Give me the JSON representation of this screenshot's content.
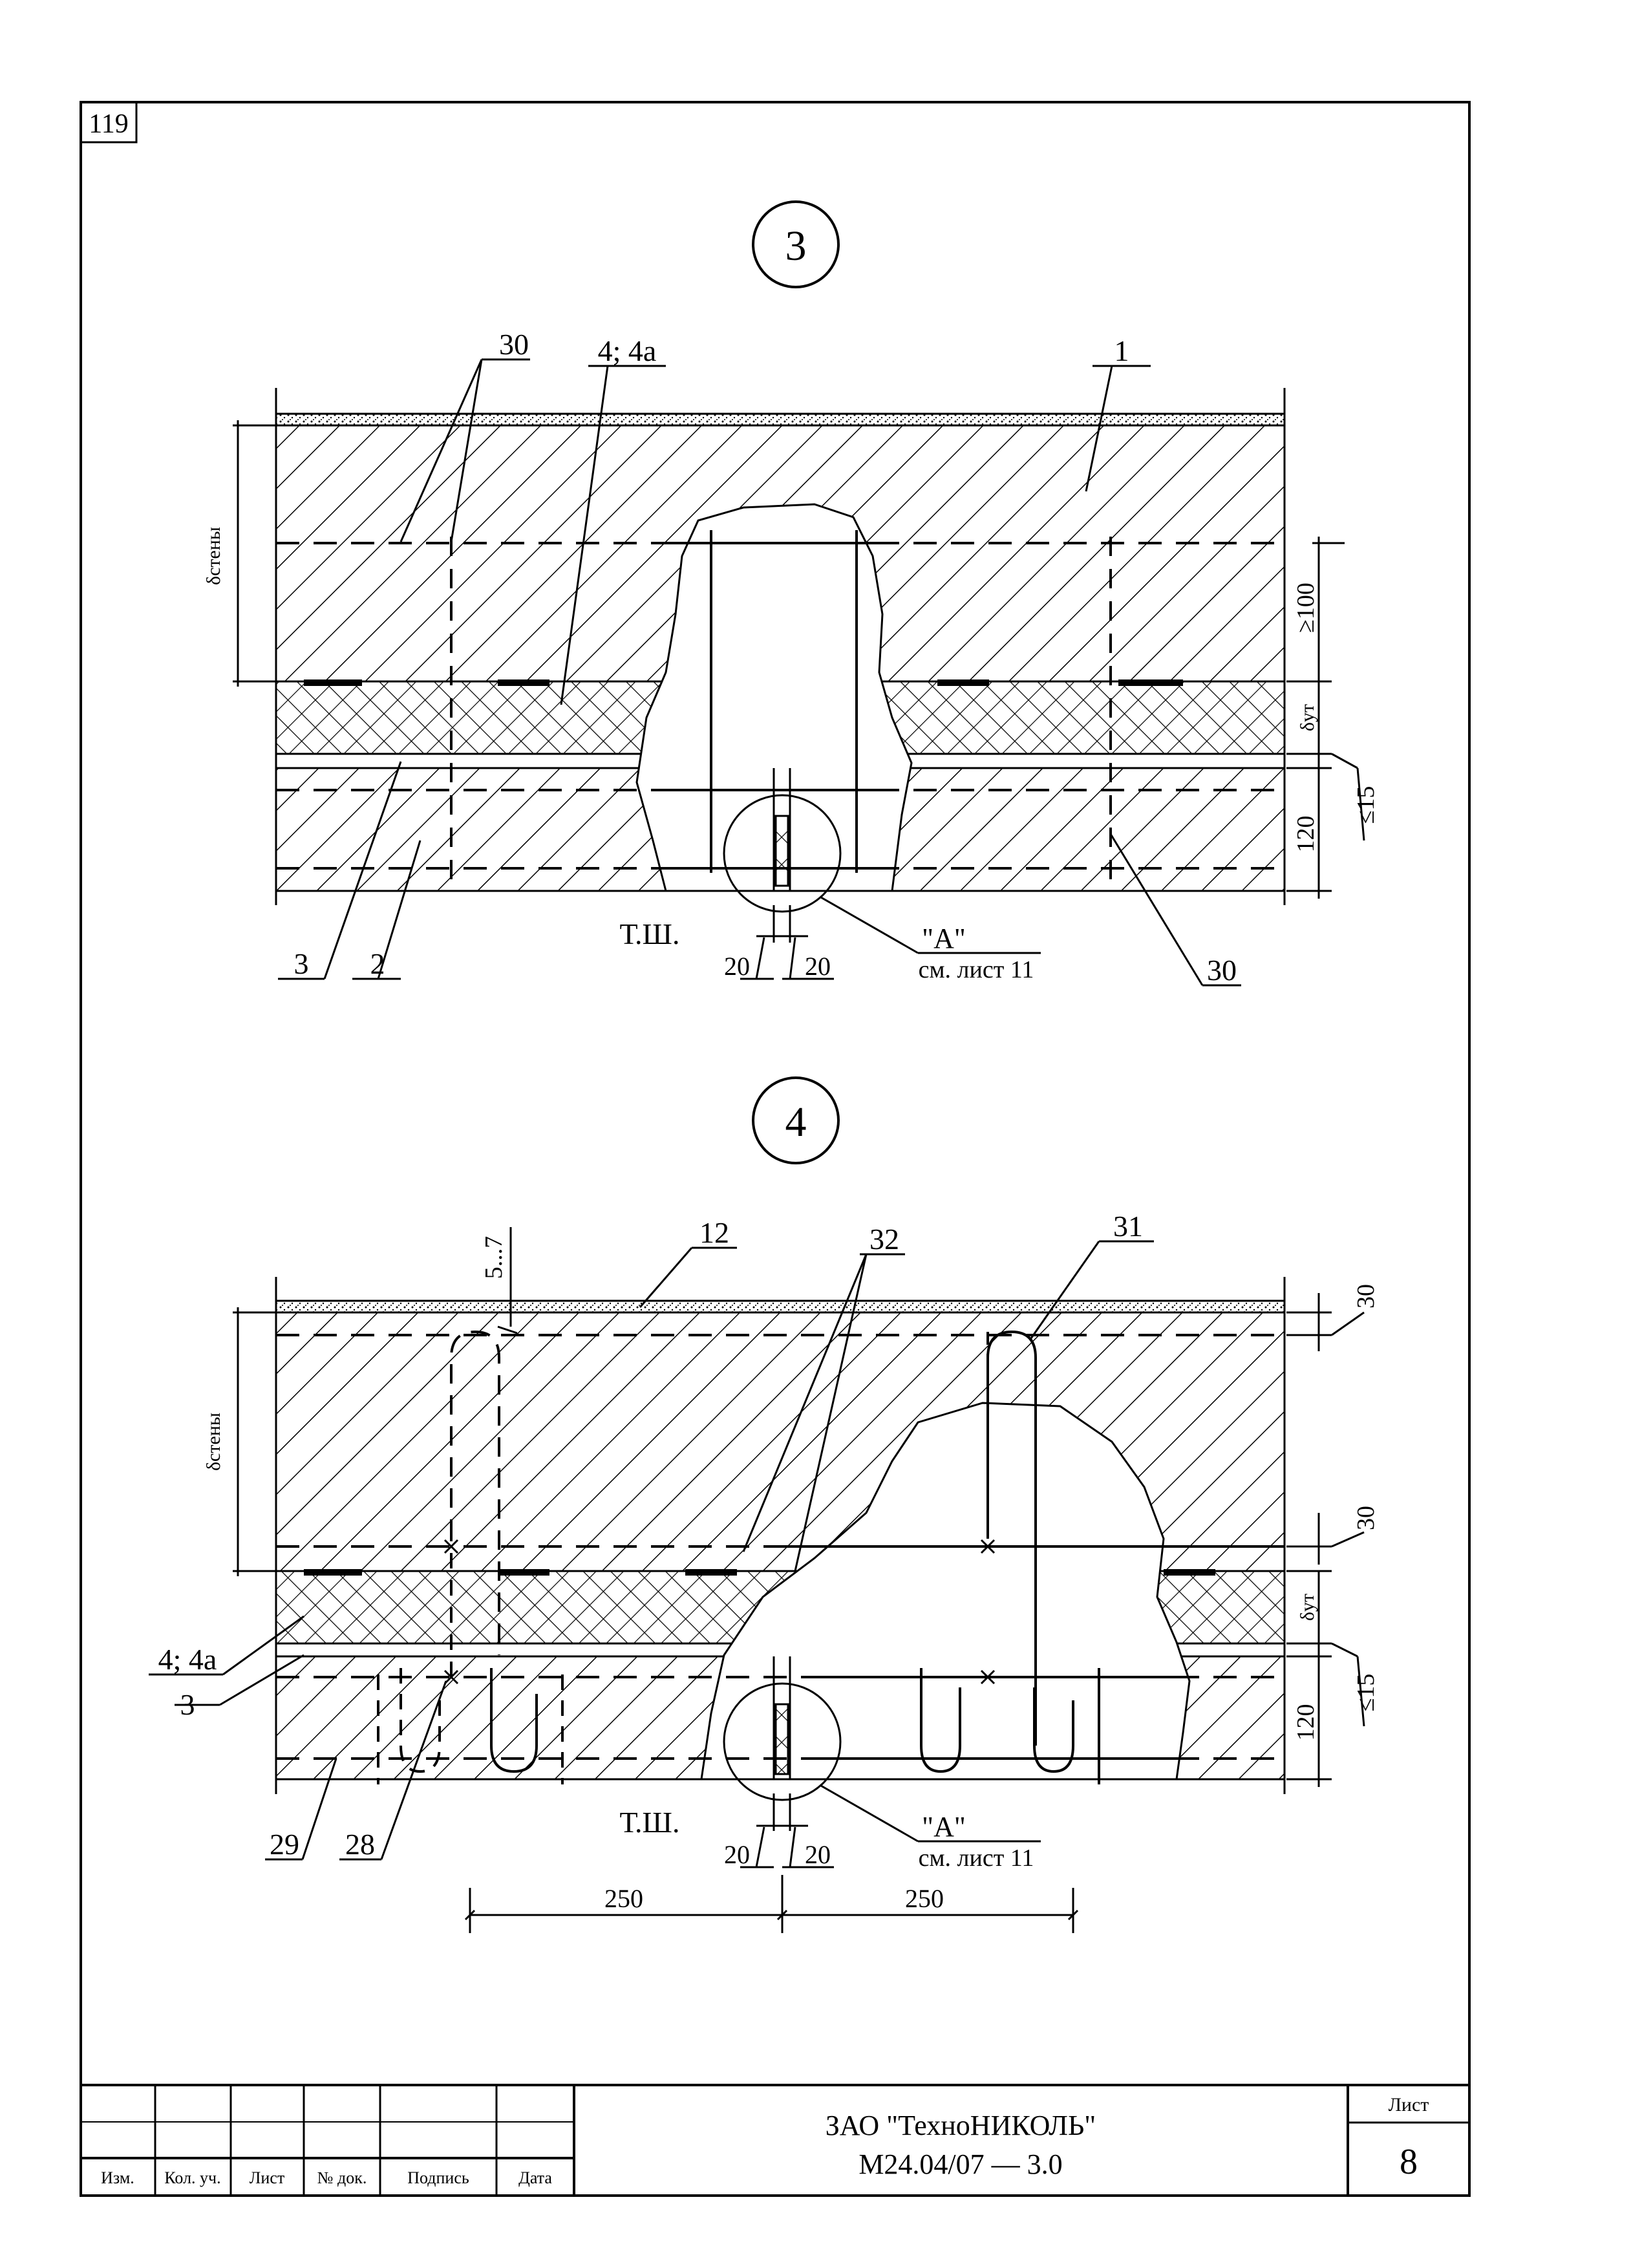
{
  "page_number": "119",
  "sections": {
    "s3": {
      "title": "3",
      "labels": {
        "l30a": "30",
        "l4": "4; 4а",
        "l1": "1",
        "l3": "3",
        "l2": "2",
        "l30b": "30",
        "ts": "Т.Ш.",
        "d20a": "20",
        "d20b": "20",
        "A": "\"А\"",
        "ref": "см. лист 11"
      },
      "dims": {
        "d_wall": "δстены",
        "ge100": "≥100",
        "d_ut": "δут",
        "le15": "≤15",
        "t120": "120"
      }
    },
    "s4": {
      "title": "4",
      "labels": {
        "l5_7": "5...7",
        "l12": "12",
        "l32": "32",
        "l31": "31",
        "l4": "4; 4а",
        "l3": "3",
        "l29": "29",
        "l28": "28",
        "ts": "Т.Ш.",
        "d20a": "20",
        "d20b": "20",
        "A": "\"А\"",
        "ref": "см. лист 11",
        "w250a": "250",
        "w250b": "250"
      },
      "dims": {
        "d_wall": "δстены",
        "t30a": "30",
        "t30b": "30",
        "d_ut": "δут",
        "le15": "≤15",
        "t120": "120"
      }
    }
  },
  "title_block": {
    "columns": [
      "Изм.",
      "Кол. уч.",
      "Лист",
      "№ док.",
      "Подпись",
      "Дата"
    ],
    "company": "ЗАО \"ТехноНИКОЛЬ\"",
    "doc_code": "М24.04/07 — 3.0",
    "sheet_label": "Лист",
    "sheet_no": "8"
  }
}
